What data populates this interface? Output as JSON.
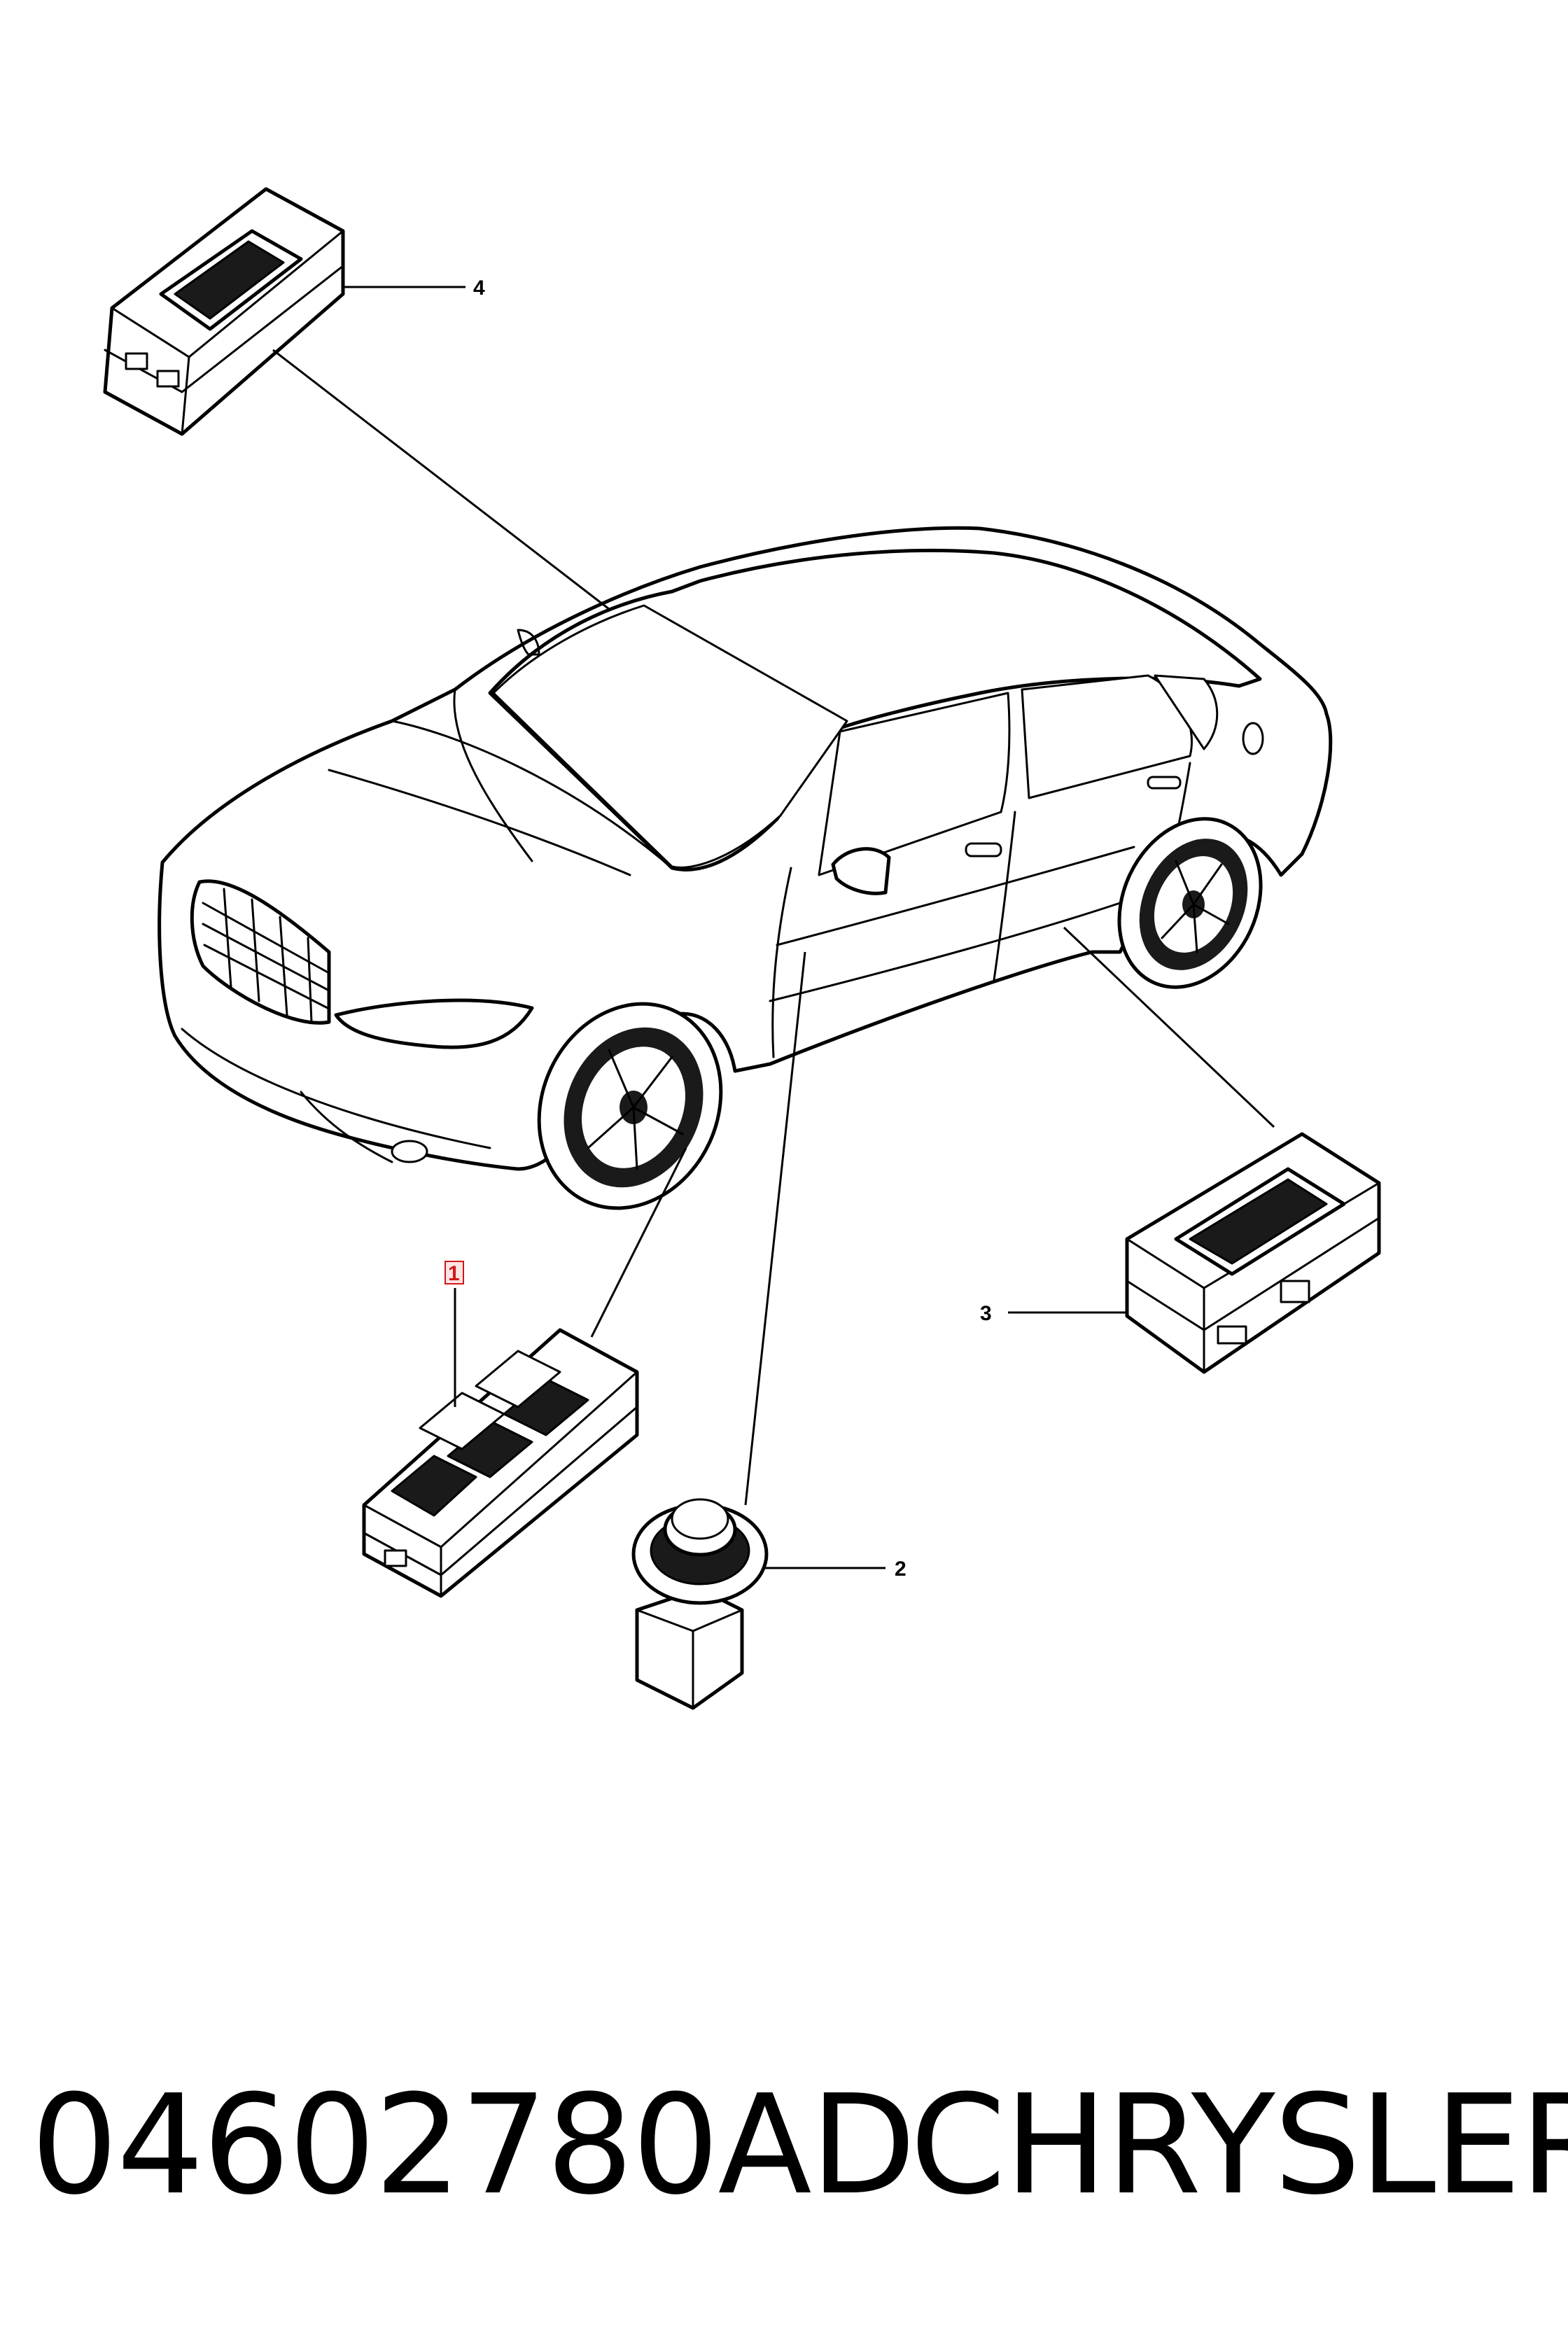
{
  "diagram": {
    "callouts": [
      {
        "id": "1",
        "label": "1",
        "highlighted": true
      },
      {
        "id": "2",
        "label": "2",
        "highlighted": false
      },
      {
        "id": "3",
        "label": "3",
        "highlighted": false
      },
      {
        "id": "4",
        "label": "4",
        "highlighted": false
      }
    ],
    "highlight_color": "#d01818",
    "line_color": "#000000"
  },
  "caption": {
    "part_number": "04602780AD",
    "brand": "CHRYSLER"
  }
}
